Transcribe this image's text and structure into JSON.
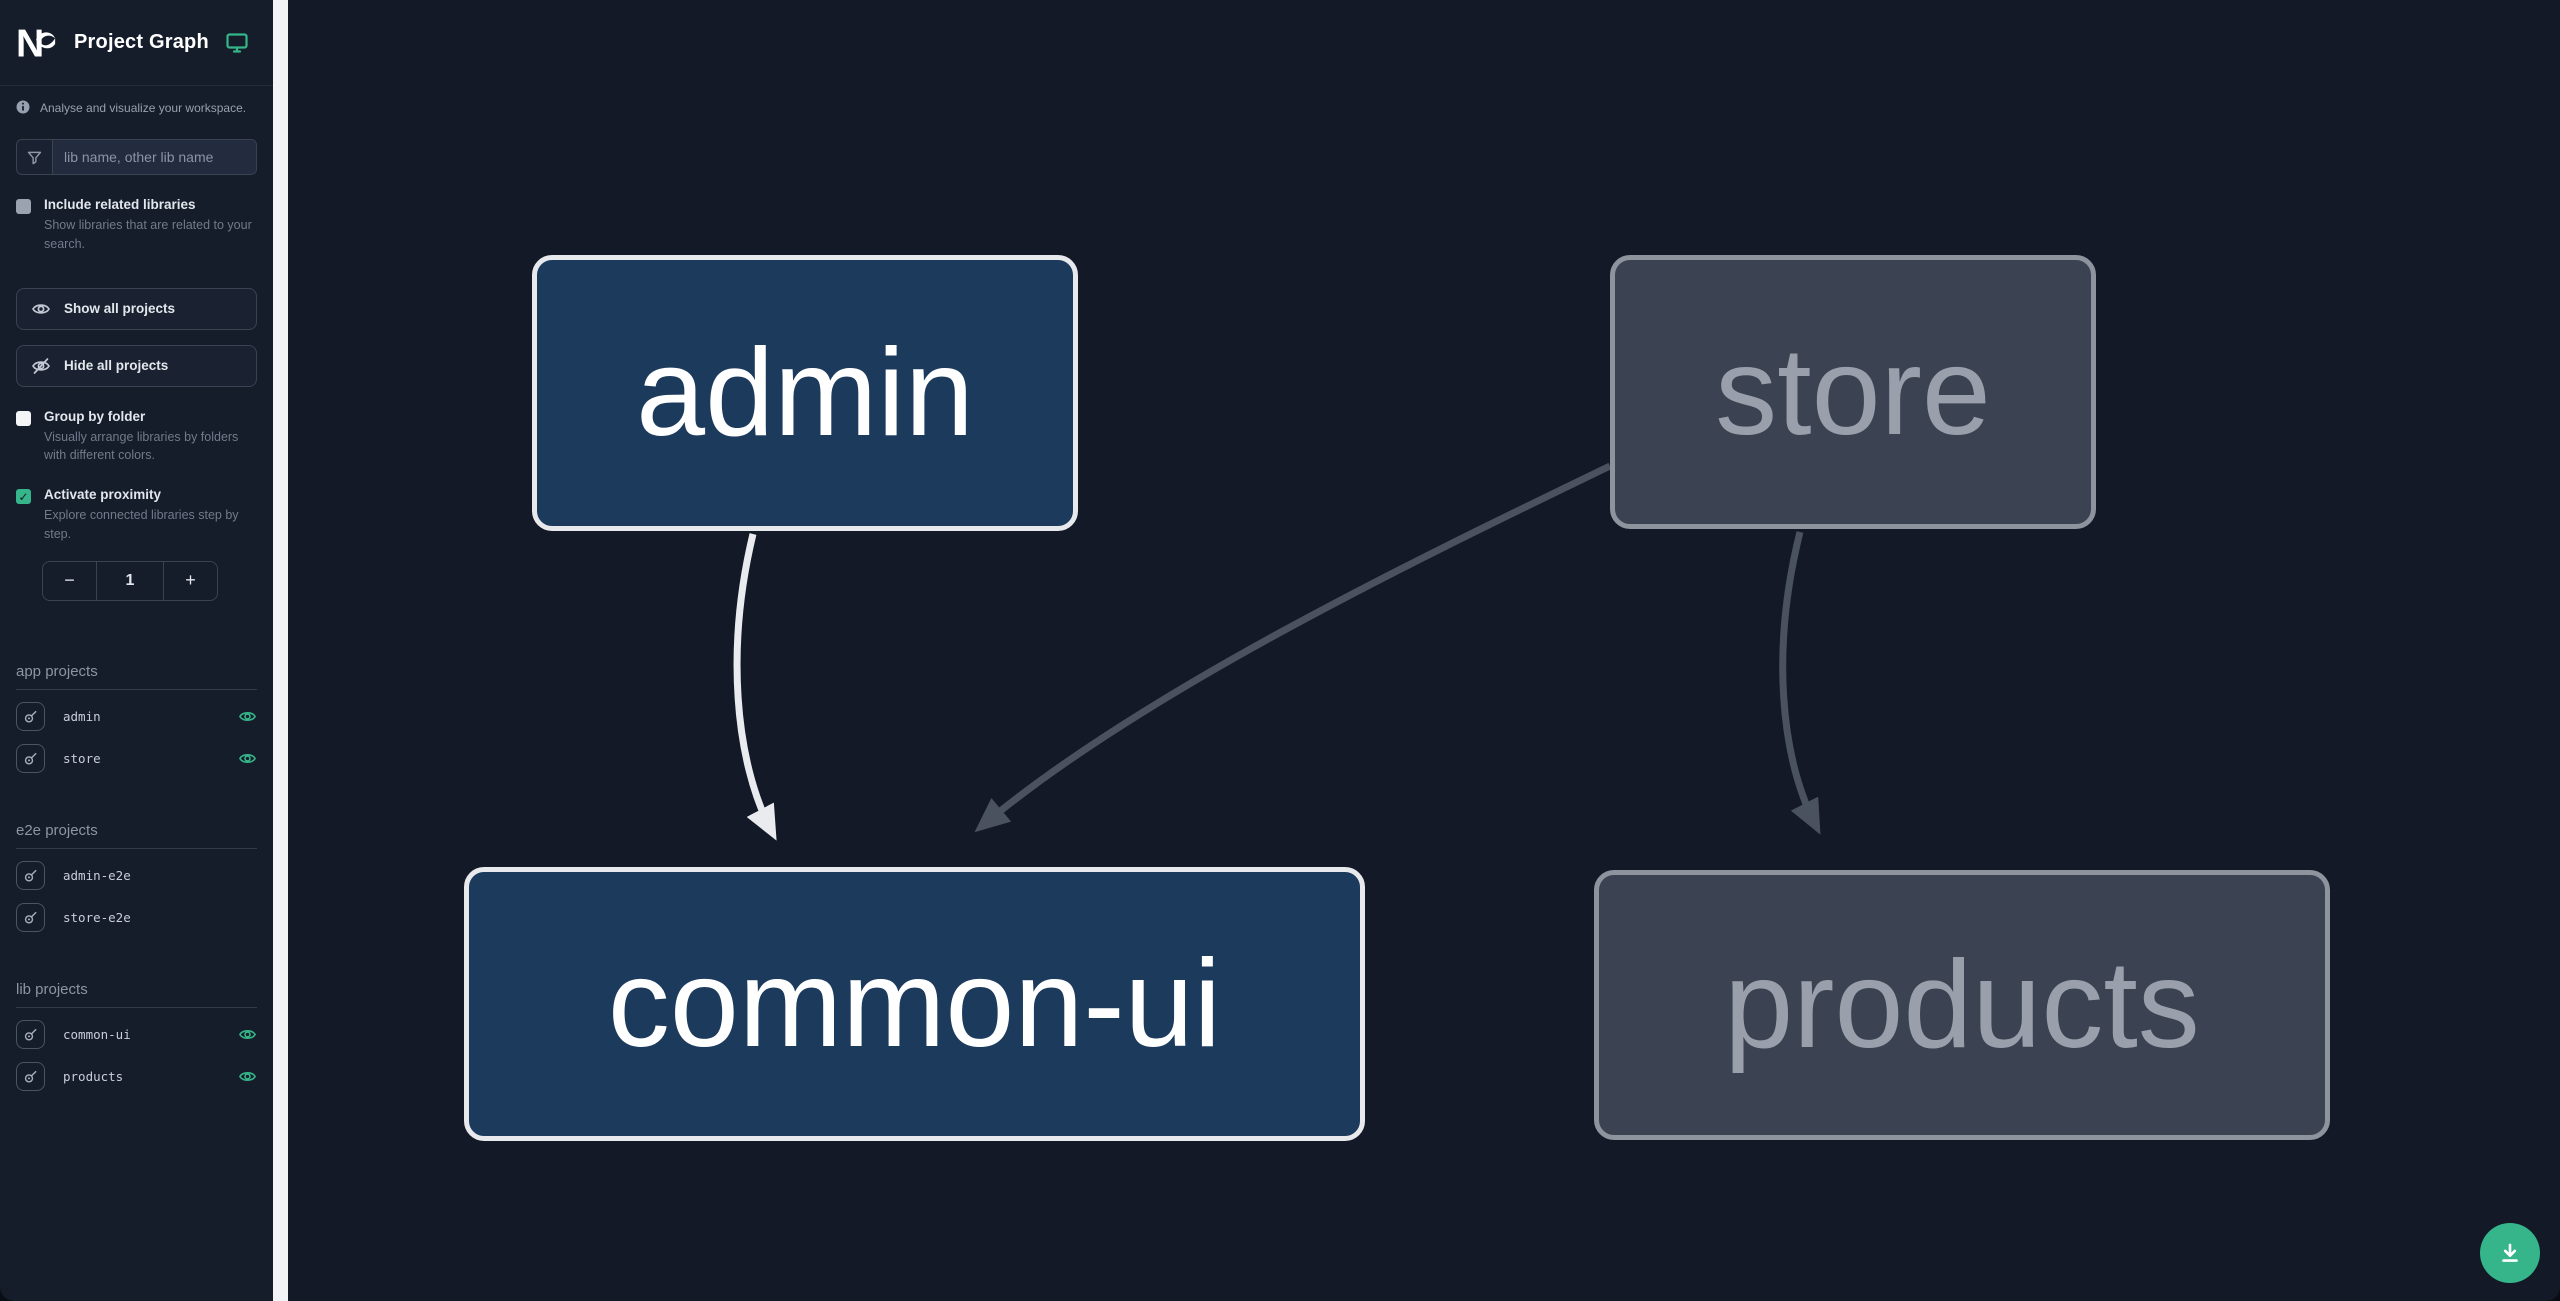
{
  "app": {
    "title": "Project Graph"
  },
  "sidebar": {
    "tagline": "Analyse and visualize your workspace.",
    "search_placeholder": "lib name, other lib name",
    "include_related": {
      "label": "Include related libraries",
      "description": "Show libraries that are related to your search.",
      "checked": false
    },
    "show_all_label": "Show all projects",
    "hide_all_label": "Hide all projects",
    "group_by_folder": {
      "label": "Group by folder",
      "description": "Visually arrange libraries by folders with different colors.",
      "checked": false
    },
    "activate_proximity": {
      "label": "Activate proximity",
      "description": "Explore connected libraries step by step.",
      "checked": true
    },
    "proximity_stepper": {
      "decrement_label": "−",
      "value": "1",
      "increment_label": "+"
    },
    "check_glyph": "✓",
    "sections": [
      {
        "title": "app projects",
        "items": [
          {
            "name": "admin",
            "visible": true
          },
          {
            "name": "store",
            "visible": true
          }
        ]
      },
      {
        "title": "e2e projects",
        "items": [
          {
            "name": "admin-e2e",
            "visible": false
          },
          {
            "name": "store-e2e",
            "visible": false
          }
        ]
      },
      {
        "title": "lib projects",
        "items": [
          {
            "name": "common-ui",
            "visible": true
          },
          {
            "name": "products",
            "visible": true
          }
        ]
      }
    ]
  },
  "graph": {
    "nodes": [
      {
        "id": "admin",
        "label": "admin",
        "type": "app",
        "state": "focused"
      },
      {
        "id": "store",
        "label": "store",
        "type": "app",
        "state": "faded"
      },
      {
        "id": "common-ui",
        "label": "common-ui",
        "type": "lib",
        "state": "focused"
      },
      {
        "id": "products",
        "label": "products",
        "type": "lib",
        "state": "faded"
      }
    ],
    "edges": [
      {
        "source": "admin",
        "target": "common-ui",
        "state": "focused"
      },
      {
        "source": "store",
        "target": "common-ui",
        "state": "faded"
      },
      {
        "source": "store",
        "target": "products",
        "state": "faded"
      }
    ]
  },
  "colors": {
    "accent_green": "#35b589",
    "node_focused_fill": "#1c3a5c",
    "node_focused_border": "#e7e9ed",
    "node_faded_fill": "#3b4251",
    "node_faded_border": "#8d949e",
    "edge_focused": "#e9ebee",
    "edge_faded": "#4a5260",
    "sidebar_bg": "#151c2a",
    "canvas_bg": "#131927"
  }
}
